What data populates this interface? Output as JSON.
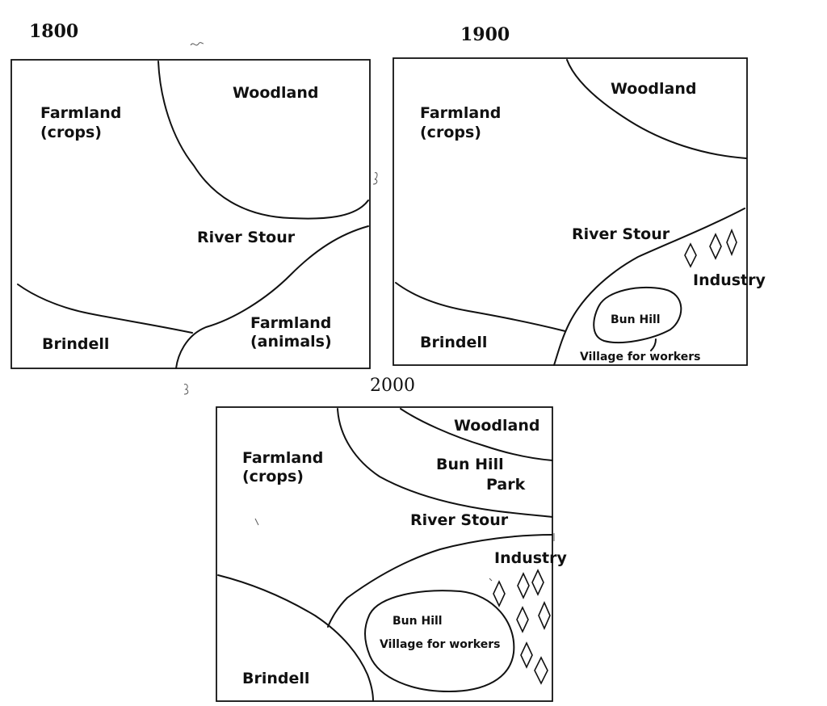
{
  "maps": [
    {
      "year": "1800",
      "labels": {
        "woodland": "Woodland",
        "farmland_crops_1": "Farmland",
        "farmland_crops_2": "(crops)",
        "river": "River Stour",
        "brindell": "Brindell",
        "farmland_animals_1": "Farmland",
        "farmland_animals_2": "(animals)"
      }
    },
    {
      "year": "1900",
      "labels": {
        "woodland": "Woodland",
        "farmland_crops_1": "Farmland",
        "farmland_crops_2": "(crops)",
        "river": "River Stour",
        "industry": "Industry",
        "bun_hill": "Bun Hill",
        "village": "Village for workers",
        "brindell": "Brindell"
      }
    },
    {
      "year": "2000",
      "labels": {
        "woodland": "Woodland",
        "farmland_crops_1": "Farmland",
        "farmland_crops_2": "(crops)",
        "park_1": "Bun Hill",
        "park_2": "Park",
        "river": "River Stour",
        "industry": "Industry",
        "bun_hill": "Bun Hill",
        "village": "Village for workers",
        "brindell": "Brindell"
      }
    }
  ],
  "icons": {
    "industry_symbol": "diamond-icon"
  }
}
